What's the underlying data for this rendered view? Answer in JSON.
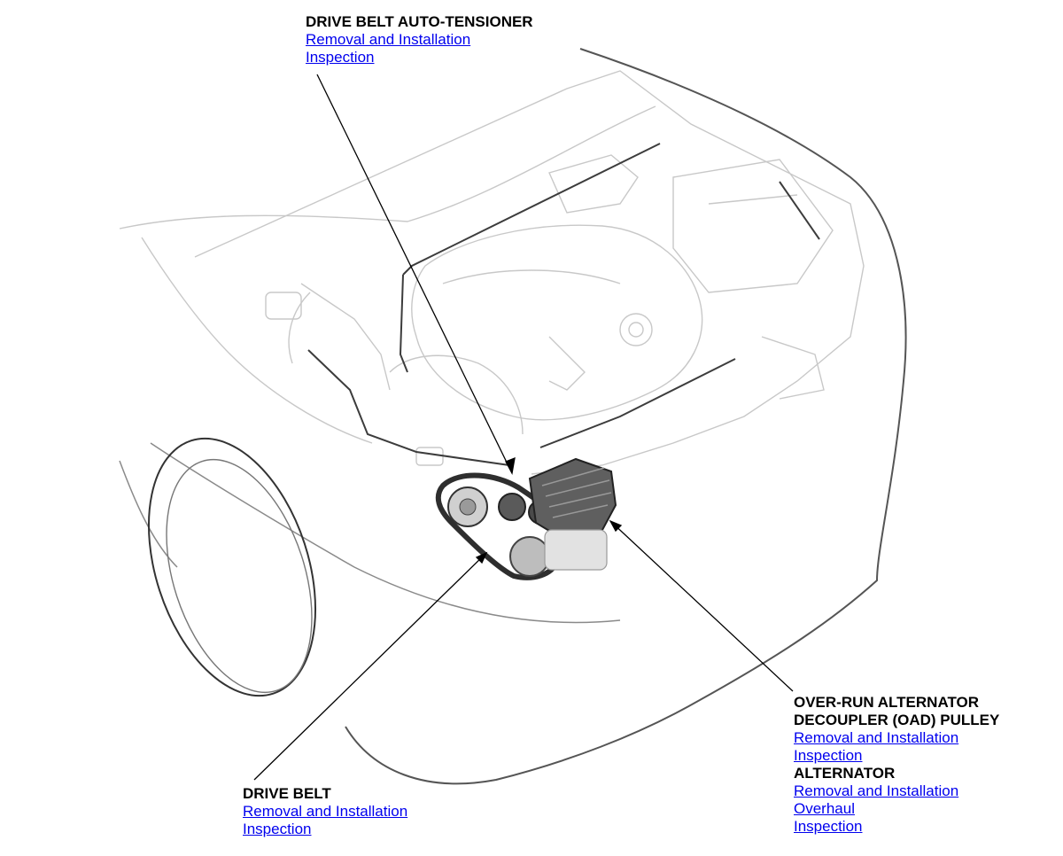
{
  "callouts": {
    "tensioner": {
      "title": "DRIVE BELT AUTO-TENSIONER",
      "links": [
        "Removal and Installation",
        "Inspection"
      ]
    },
    "drive_belt": {
      "title": "DRIVE BELT",
      "links": [
        "Removal and Installation",
        "Inspection"
      ]
    },
    "oad_pulley": {
      "title_line1": "OVER-RUN ALTERNATOR",
      "title_line2": "DECOUPLER (OAD) PULLEY",
      "links": [
        "Removal and Installation",
        "Inspection"
      ]
    },
    "alternator": {
      "title": "ALTERNATOR",
      "links": [
        "Removal and Installation",
        "Overhaul",
        "Inspection"
      ]
    }
  },
  "colors": {
    "link": "#0000ee",
    "outline": "#cfcfcf",
    "body_line": "#555555",
    "component": "#3a3a3a"
  }
}
